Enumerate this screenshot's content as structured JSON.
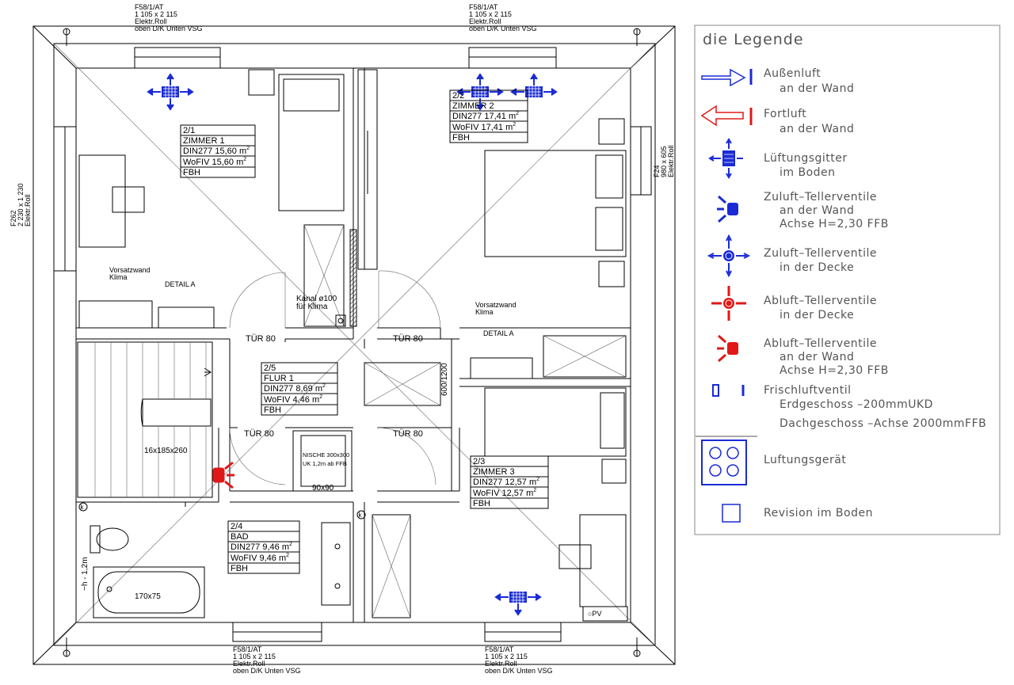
{
  "legend": {
    "title": "die Legende",
    "items": [
      {
        "icon": "outdoor-air-arrow-icon",
        "lines": [
          "Außenluft",
          "an der Wand"
        ]
      },
      {
        "icon": "exhaust-air-arrow-icon",
        "lines": [
          "Fortluft",
          "an der Wand"
        ]
      },
      {
        "icon": "floor-grille-icon",
        "lines": [
          "Lüftungsgitter",
          "im Boden"
        ]
      },
      {
        "icon": "supply-wall-valve-icon",
        "lines": [
          "Zuluft–Tellerventile",
          "an der Wand",
          "Achse H=2,30 FFB"
        ]
      },
      {
        "icon": "supply-ceiling-valve-icon",
        "lines": [
          "Zuluft–Tellerventile",
          "in der Decke"
        ]
      },
      {
        "icon": "extract-ceiling-valve-icon",
        "lines": [
          "Abluft–Tellerventile",
          "in der Decke"
        ]
      },
      {
        "icon": "extract-wall-valve-icon",
        "lines": [
          "Abluft–Tellerventile",
          "an der Wand",
          "Achse H=2,30 FFB"
        ]
      },
      {
        "icon": "fresh-air-valve-icon",
        "lines": [
          "Frischluftventil",
          "Erdgeschoss –200mmUKD",
          "Dachgeschoss –Achse 2000mmFFB"
        ]
      },
      {
        "icon": "ventilation-unit-icon",
        "lines": [
          "Luftungsgerät"
        ]
      },
      {
        "icon": "floor-revision-icon",
        "lines": [
          "Revision im Boden"
        ]
      }
    ]
  },
  "windows": {
    "top_left": [
      "F58/1/AT",
      "1 105 x 2 115",
      "Elektr.Roll",
      "oben D/K Unten VSG"
    ],
    "top_right": [
      "F58/1/AT",
      "1 105 x 2 115",
      "Elektr.Roll",
      "oben D/K Unten VSG"
    ],
    "bottom_left": [
      "F58/1/AT",
      "1 105 x 2 115",
      "Elektr.Roll",
      "oben D/K Unten VSG"
    ],
    "bottom_right": [
      "F58/1/AT",
      "1 105 x 2 115",
      "Elektr.Roll",
      "oben D/K Unten VSG"
    ],
    "left": [
      "F262",
      "2 230 x 1 230",
      "Elektr.Roll"
    ],
    "right": [
      "F24",
      "980 x 605",
      "Elektr.Roll"
    ]
  },
  "rooms": [
    {
      "id": "2/1",
      "name": "ZIMMER 1",
      "din": "DIN277 15,60",
      "wofiv": "WoFIV 15,60",
      "unit": "m",
      "sup": "2",
      "heating": "FBH"
    },
    {
      "id": "2/2",
      "name": "ZIMMER 2",
      "din": "DIN277 17,41",
      "wofiv": "WoFIV 17,41",
      "unit": "m",
      "sup": "2",
      "heating": "FBH"
    },
    {
      "id": "2/5",
      "name": "FLUR 1",
      "din": "DIN277 8,69",
      "wofiv": "WoFIV 4,46",
      "unit": "m",
      "sup": "2",
      "heating": "FBH"
    },
    {
      "id": "2/3",
      "name": "ZIMMER 3",
      "din": "DIN277 12,57",
      "wofiv": "WoFIV 12,57",
      "unit": "m",
      "sup": "2",
      "heating": "FBH"
    },
    {
      "id": "2/4",
      "name": "BAD",
      "din": "DIN277 9,46",
      "wofiv": "WoFIV 9,46",
      "unit": "m",
      "sup": "2",
      "heating": "FBH"
    }
  ],
  "doors": [
    "TÜR 80",
    "TÜR 80",
    "TÜR 80",
    "TÜR 80"
  ],
  "labels": {
    "vorsatzwand_1": [
      "Vorsatzwand",
      "Klima"
    ],
    "vorsatzwand_2": [
      "Vorsatzwand",
      "Klima"
    ],
    "detail_a_1": "DETAIL A",
    "detail_a_2": "DETAIL A",
    "kanal": [
      "Kanal ø100",
      "für Klima"
    ],
    "stairs": "16x185x260",
    "niche": [
      "NISCHE 300x300",
      "UK 1,2m ab FFB"
    ],
    "shower": "90x90",
    "bathtub": "170x75",
    "shaft": "600/1200",
    "height": "~h - 1,2m",
    "pv": "○PV",
    "k1": "k",
    "k2": "k"
  }
}
